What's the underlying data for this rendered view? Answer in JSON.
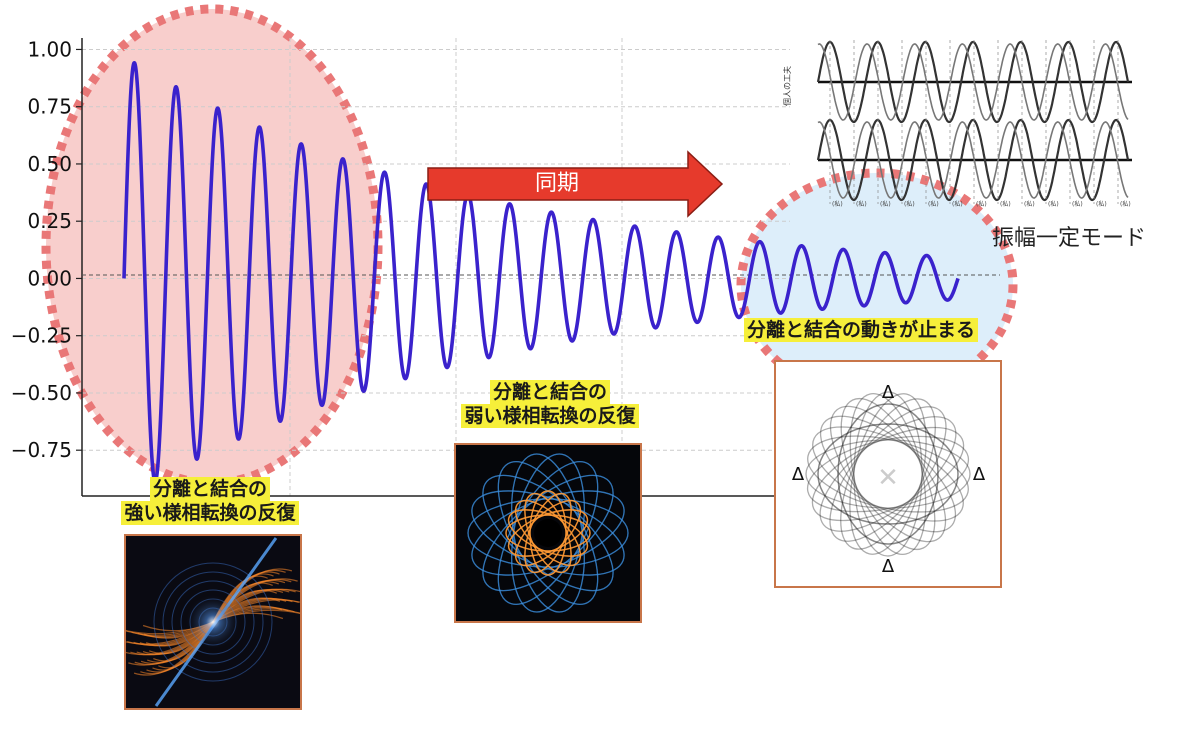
{
  "chart_data": {
    "type": "line",
    "title": "",
    "xlabel": "",
    "ylabel": "",
    "ylim": [
      -0.95,
      1.05
    ],
    "xlim": [
      0,
      20
    ],
    "y_ticks": [
      "1.00",
      "0.75",
      "0.50",
      "0.25",
      "0.00",
      "−0.25",
      "−0.50",
      "−0.75"
    ],
    "y_tick_values": [
      1.0,
      0.75,
      0.5,
      0.25,
      0.0,
      -0.25,
      -0.5,
      -0.75
    ],
    "grid": true,
    "series": [
      {
        "function": "damped_sine",
        "color": "#3a22cc",
        "amplitude": 0.97,
        "decay_rate": 0.118,
        "cycles": 20,
        "x_start": 0,
        "x_end": 20
      }
    ]
  },
  "colors": {
    "wave": "#3a22cc",
    "strong_zone_fill": "#f7c9c6",
    "weak_zone_fill": "#d9ecfa",
    "zone_border": "#e97777",
    "arrow_fill": "#e63a2c",
    "highlight": "#f6ef3a",
    "thumb_border": "#c8764a"
  },
  "annotations": {
    "sync_arrow_label": "同期",
    "stop_label": "分離と結合の動きが止まる",
    "weak_label_line1": "分離と結合の",
    "weak_label_line2": "弱い様相転換の反復",
    "strong_label_line1": "分離と結合の",
    "strong_label_line2": "強い様相転換の反復",
    "constant_mode_label": "振幅一定モード",
    "delta_symbol": "Δ",
    "inset_axis_label": "個人の工夫",
    "inset_marker": "(私)"
  },
  "icons": {
    "strong_thumb": "orange-blue-burst-image",
    "weak_thumb": "orange-blue-rosette-image",
    "stopped_thumb": "gray-four-lobe-pattern-image",
    "inset": "paired-sine-wave-inset"
  }
}
